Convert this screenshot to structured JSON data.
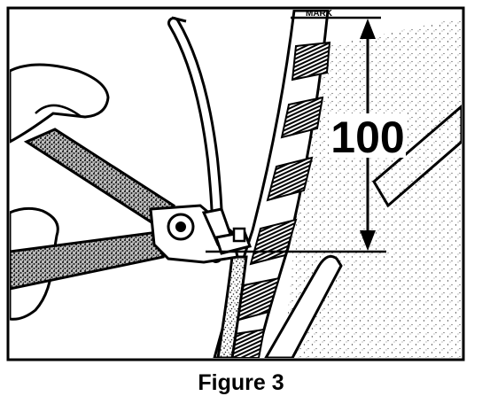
{
  "figure": {
    "caption": "Figure 3",
    "dimension_label": "100",
    "cut_mark_text": "MARK"
  },
  "colors": {
    "ink": "#000000",
    "paper": "#ffffff",
    "stipple": "#5a5a5a"
  }
}
